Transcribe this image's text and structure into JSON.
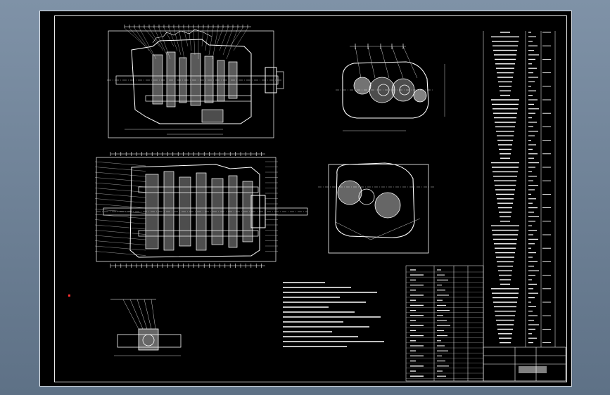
{
  "colors": {
    "background": "#6f8296",
    "sheet": "#000000",
    "lines": "#ffffff",
    "red_marker": "#ff3030"
  },
  "drawing": {
    "views": [
      "side-section-view",
      "plan-section-view",
      "end-view-top",
      "end-view-bottom",
      "detail-view",
      "technical-notes",
      "parts-list",
      "title-block"
    ]
  }
}
